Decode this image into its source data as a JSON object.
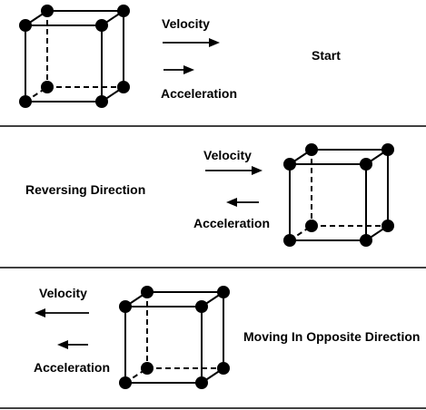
{
  "panels": [
    {
      "state_label": "Start",
      "velocity_label": "Velocity",
      "acceleration_label": "Acceleration",
      "velocity_direction": "right",
      "acceleration_direction": "right"
    },
    {
      "state_label": "Reversing Direction",
      "velocity_label": "Velocity",
      "acceleration_label": "Acceleration",
      "velocity_direction": "right",
      "acceleration_direction": "left"
    },
    {
      "state_label": "Moving In Opposite Direction",
      "velocity_label": "Velocity",
      "acceleration_label": "Acceleration",
      "velocity_direction": "left",
      "acceleration_direction": "left"
    }
  ]
}
